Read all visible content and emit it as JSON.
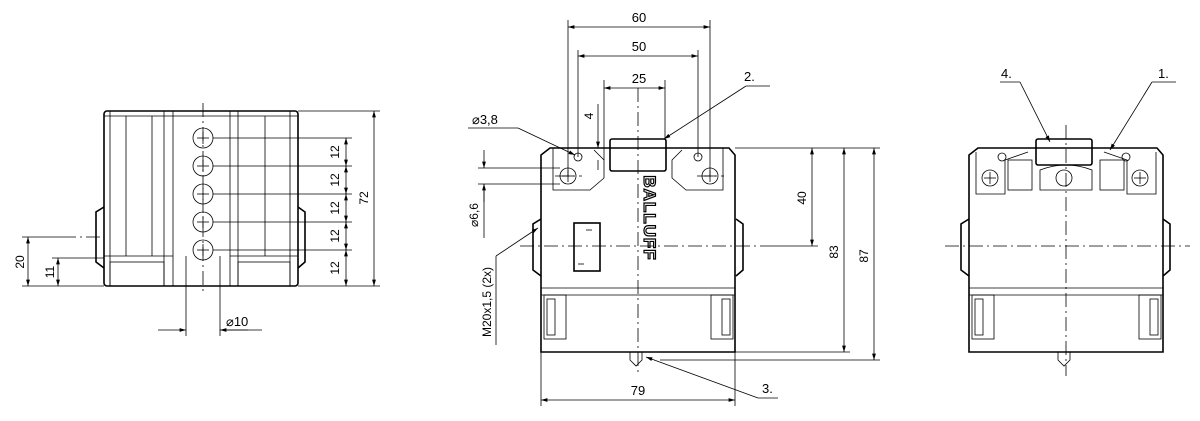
{
  "left_view": {
    "dims": [
      "12",
      "12",
      "12",
      "12",
      "12"
    ],
    "overall_height": "72",
    "dim_20": "20",
    "dim_11": "11",
    "dim_diameter_10": "⌀10"
  },
  "front_view": {
    "dim_60": "60",
    "dim_50": "50",
    "dim_25": "25",
    "dim_4": "4",
    "dim_hole_small": "⌀3,8",
    "dim_hole_large": "⌀6,6",
    "thread": "M20x1,5 (2x)",
    "dim_40": "40",
    "dim_83": "83",
    "dim_87": "87",
    "dim_79": "79",
    "label_2": "2.",
    "label_3": "3.",
    "logo": "BALLUFF"
  },
  "right_view": {
    "label_4": "4.",
    "label_1": "1."
  }
}
